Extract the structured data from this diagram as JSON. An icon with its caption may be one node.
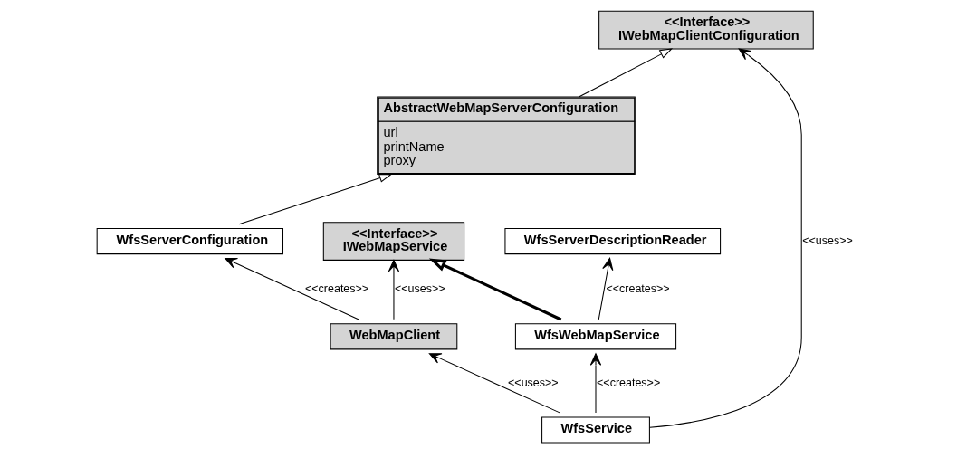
{
  "diagram": {
    "nodes": [
      {
        "text": [
          "AbstractWebMapServerConfiguration",
          "url",
          "printName",
          "proxy"
        ]
      },
      {
        "text": [
          "WebMapClient"
        ]
      },
      {
        "text": [
          "WfsServerConfiguration"
        ]
      },
      {
        "text": [
          "WfsServerDescriptionReader"
        ]
      },
      {
        "text": [
          "<<Interface>>",
          "IWebMapService"
        ]
      },
      {
        "text": [
          "<<Interface>>",
          "IWebMapClientConfiguration"
        ]
      },
      {
        "text": [
          "WfsWebMapService"
        ]
      },
      {
        "text": [
          "WfsService"
        ]
      }
    ],
    "edges": [
      {
        "from": 2,
        "to": 0,
        "arrow": "to"
      },
      {
        "from": 1,
        "to": 2,
        "arrow": "to",
        "label": "<<creates>>"
      },
      {
        "from": 1,
        "to": 4,
        "arrow": "to",
        "label": "<<uses>>"
      },
      {
        "from": 0,
        "to": 5,
        "arrow": "to"
      },
      {
        "from": 7,
        "to": 1,
        "arrow": "to",
        "label": "<<uses>>"
      },
      {
        "from": 6,
        "to": 4,
        "arrow": "to",
        "style": "thick"
      },
      {
        "from": 6,
        "to": 3,
        "arrow": "to",
        "label": "<<creates>>"
      },
      {
        "from": 7,
        "to": 6,
        "arrow": "to",
        "label": "<<creates>>"
      },
      {
        "from": 7,
        "to": 5,
        "arrow": "to",
        "label": "<<uses>>"
      }
    ]
  }
}
